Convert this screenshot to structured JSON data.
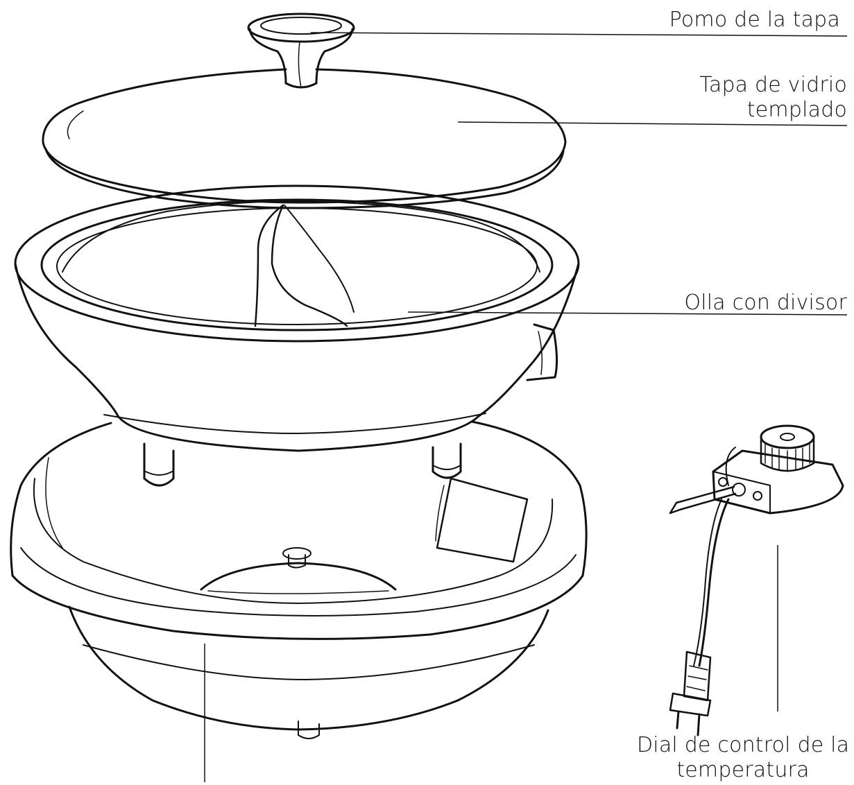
{
  "labels": {
    "knob": "Pomo de la tapa",
    "lid_line1": "Tapa de vidrio",
    "lid_line2": "templado",
    "pot": "Olla con divisor",
    "dial_line1": "Dial de control de la",
    "dial_line2": "temperatura"
  },
  "colors": {
    "line": "#111111",
    "background": "#ffffff"
  }
}
